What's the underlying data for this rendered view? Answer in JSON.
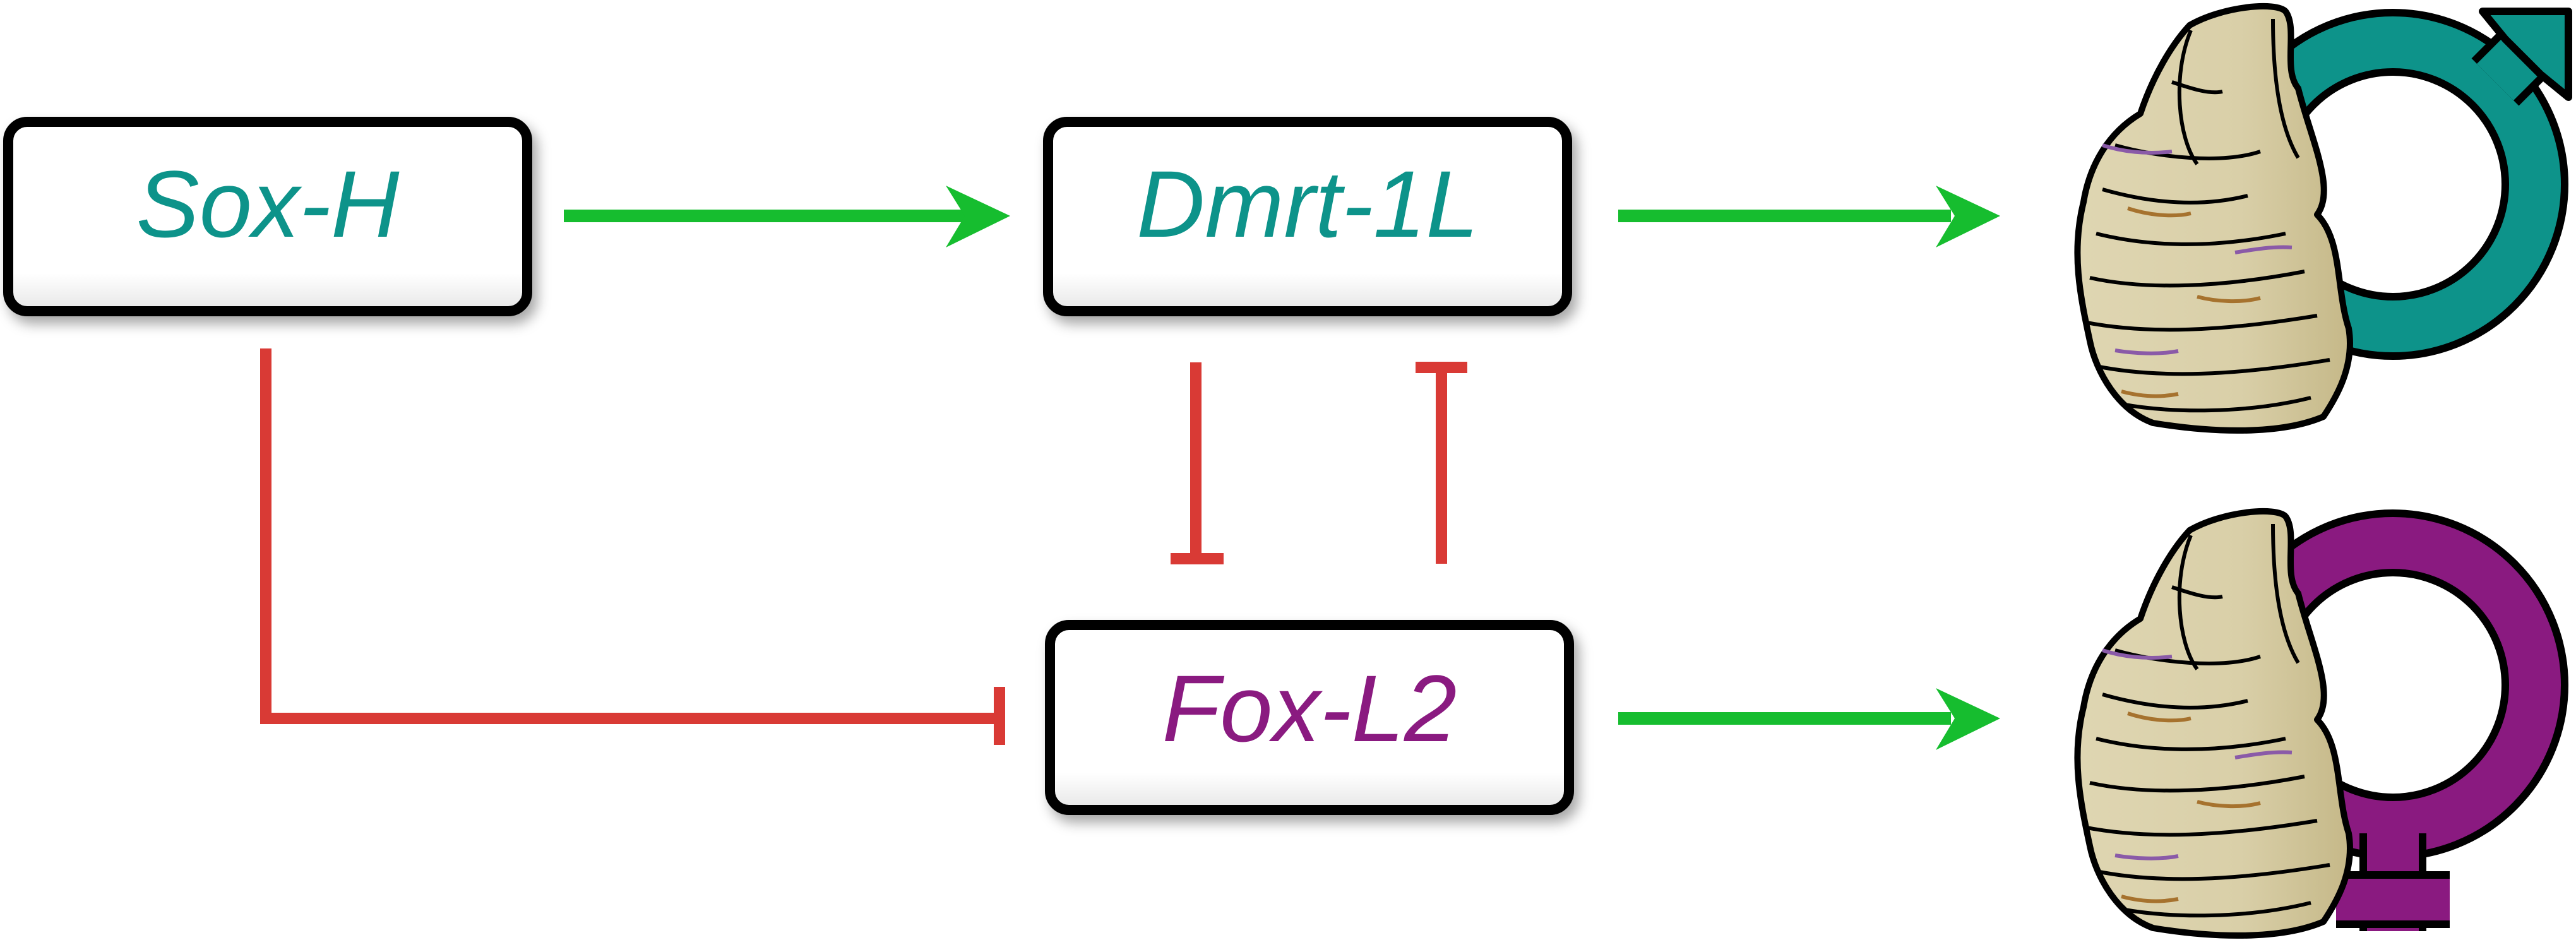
{
  "nodes": {
    "sox": {
      "label": "Sox-H"
    },
    "dmrt": {
      "label": "Dmrt-1L"
    },
    "fox": {
      "label": "Fox-L2"
    }
  },
  "edges": [
    {
      "from": "Sox-H",
      "to": "Dmrt-1L",
      "type": "activation"
    },
    {
      "from": "Sox-H",
      "to": "Fox-L2",
      "type": "inhibition"
    },
    {
      "from": "Dmrt-1L",
      "to": "Fox-L2",
      "type": "inhibition"
    },
    {
      "from": "Fox-L2",
      "to": "Dmrt-1L",
      "type": "inhibition"
    },
    {
      "from": "Dmrt-1L",
      "to": "male oyster",
      "type": "activation"
    },
    {
      "from": "Fox-L2",
      "to": "female oyster",
      "type": "activation"
    }
  ],
  "outcomes": {
    "male": {
      "icon": "male-symbol-icon",
      "color": "#0d938a"
    },
    "female": {
      "icon": "female-symbol-icon",
      "color": "#8a1a80"
    }
  },
  "colors": {
    "activation": "#16bd2f",
    "inhibition": "#d93a35",
    "male_text": "#0d938a",
    "female_text": "#8a1a80",
    "shell_fill": "#d9cfa8",
    "shell_brown": "#a6722e",
    "shell_purple": "#8a5aa8"
  }
}
